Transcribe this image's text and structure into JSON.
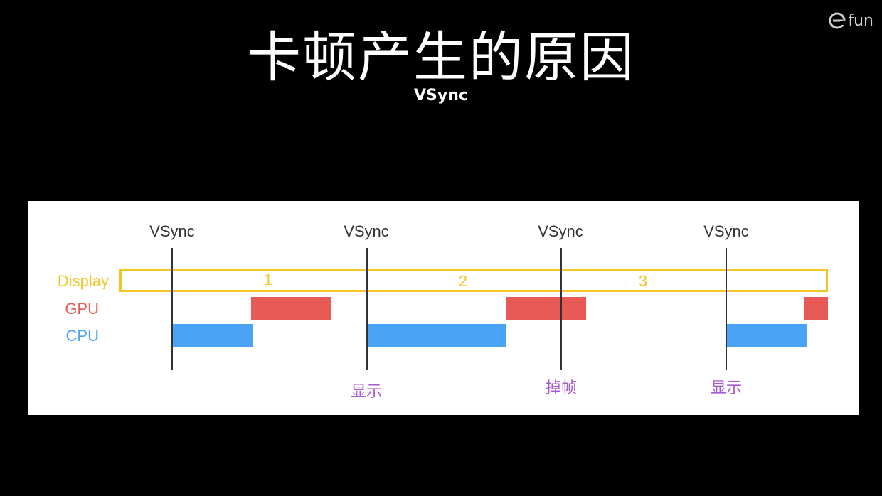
{
  "slide": {
    "title": "卡顿产生的原因",
    "subtitle": "VSync",
    "logo_text": "fun"
  },
  "diagram": {
    "vsync_label": "VSync",
    "rows": [
      {
        "name": "Display",
        "color": "#f2c724"
      },
      {
        "name": "GPU",
        "color": "#e85a55"
      },
      {
        "name": "CPU",
        "color": "#4aa3f5"
      }
    ],
    "frame_numbers": [
      "1",
      "2",
      "3"
    ],
    "annotations": [
      "显示",
      "掉帧",
      "显示"
    ],
    "annotation_color": "#a65bd6"
  }
}
